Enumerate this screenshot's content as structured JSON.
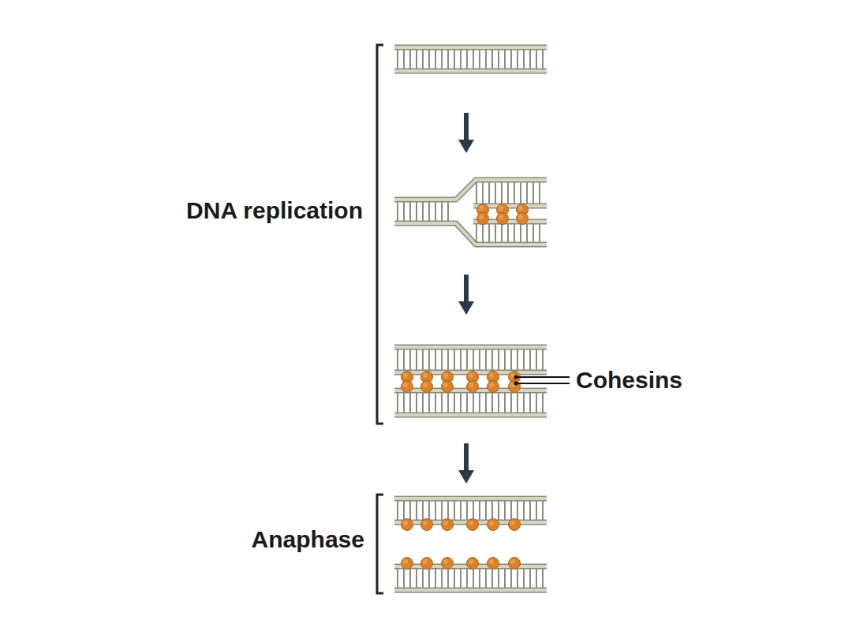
{
  "diagram": {
    "labels": [
      "DNA replication",
      "Cohesins",
      "Anaphase"
    ]
  }
}
